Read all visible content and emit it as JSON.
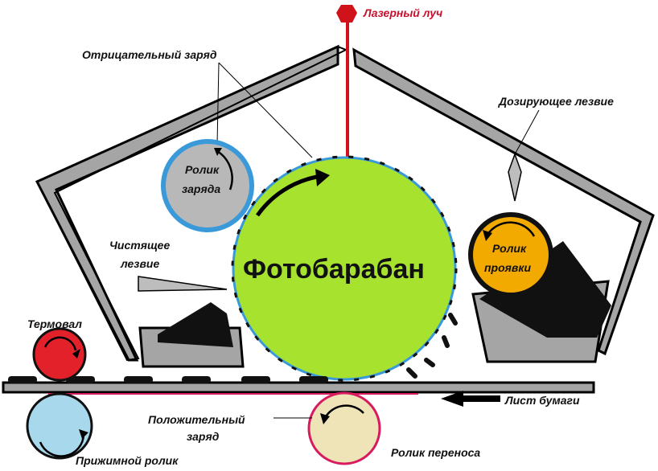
{
  "labels": {
    "laser": "Лазерный луч",
    "negative_charge": "Отрицательный заряд",
    "doctor_blade": "Дозирующее лезвие",
    "charge_roller_1": "Ролик",
    "charge_roller_2": "заряда",
    "drum": "Фотобарабан",
    "developer_1": "Ролик",
    "developer_2": "проявки",
    "cleaning_blade_1": "Чистящее",
    "cleaning_blade_2": "лезвие",
    "fuser": "Термовал",
    "paper": "Лист бумаги",
    "positive_charge_1": "Положительный",
    "positive_charge_2": "заряд",
    "pressure_roller": "Прижимной ролик",
    "transfer_roller": "Ролик переноса"
  },
  "colors": {
    "drum": "#a6e22e",
    "charge_roller": "#b8b8b8",
    "charge_ring": "#3a9ad9",
    "developer": "#f2a900",
    "fuser": "#e3212b",
    "pressure_roller": "#a8d8ec",
    "transfer_roller": "#efe4b8",
    "transfer_ring": "#d81b60",
    "laser": "#d0121b",
    "housing": "#9a9a9a"
  }
}
